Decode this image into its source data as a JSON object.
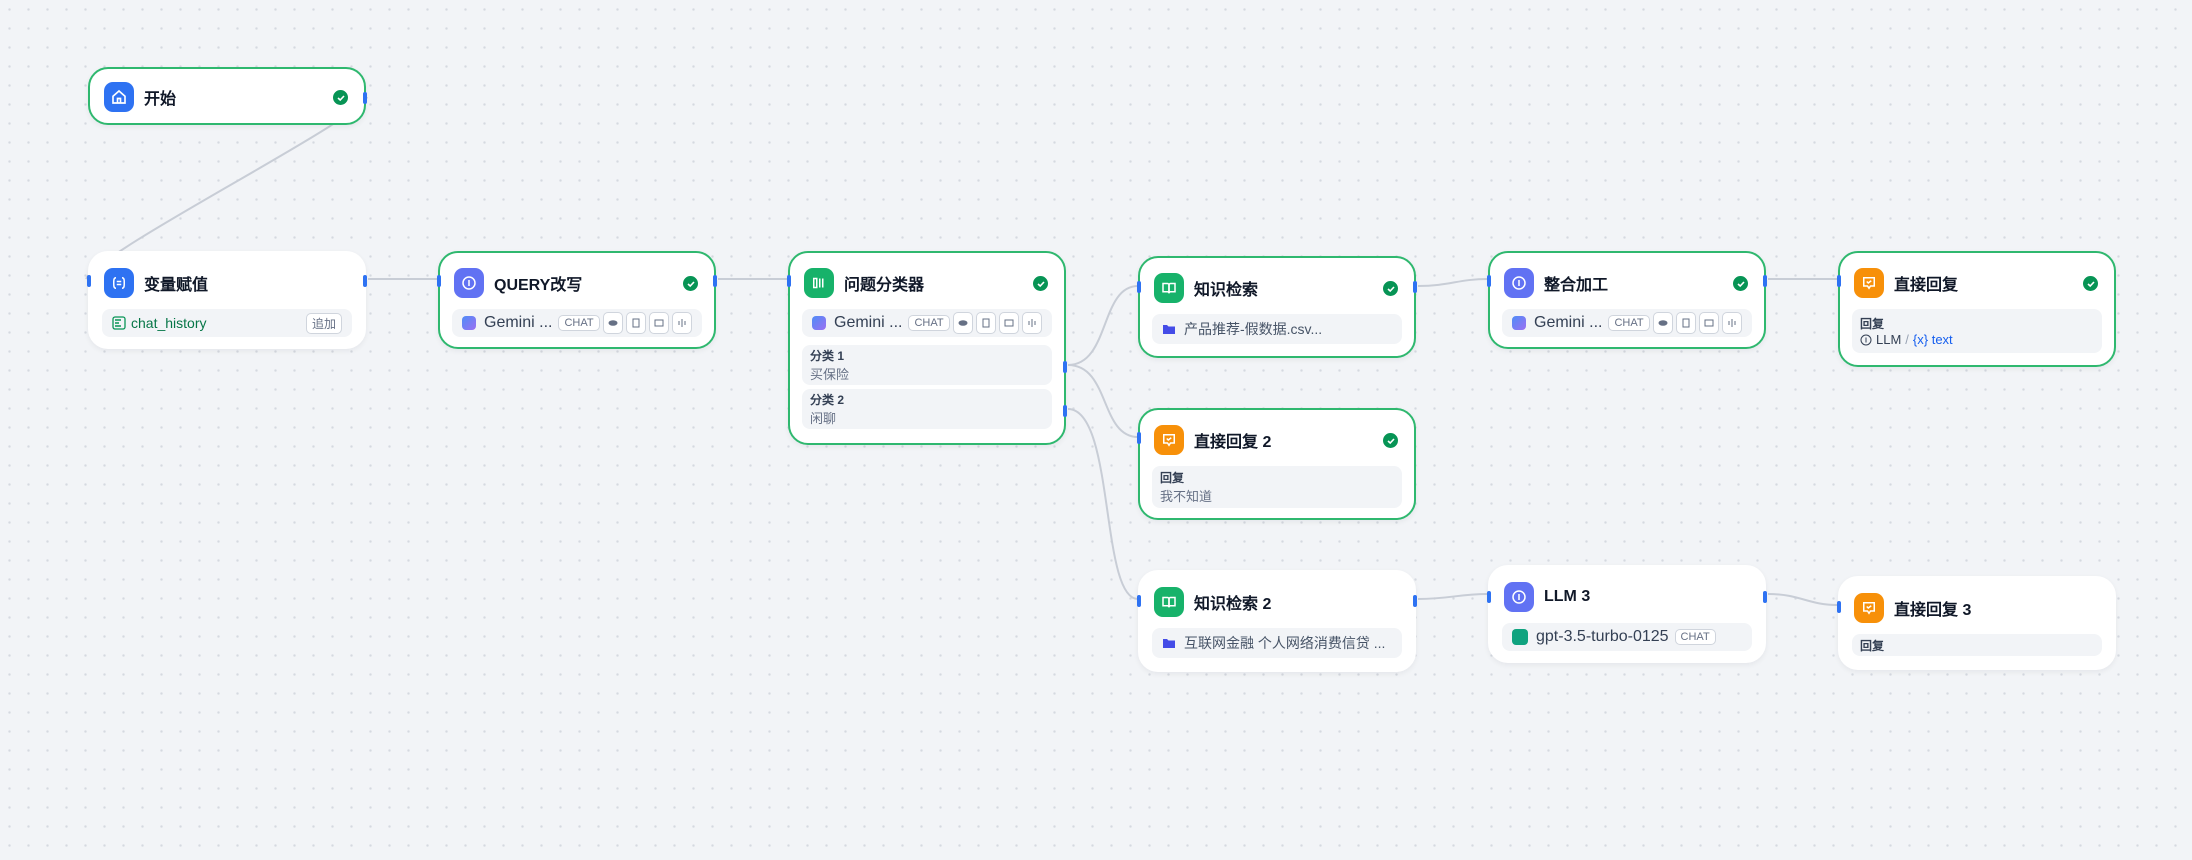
{
  "colors": {
    "accent": "#2e72f2",
    "success": "#079455",
    "knowledge": "#17b26a",
    "answer": "#f79009",
    "llm": "#6172f3"
  },
  "nodes": {
    "start": {
      "title": "开始"
    },
    "var_assign": {
      "title": "变量赋值",
      "variable": "chat_history",
      "action": "追加"
    },
    "query_rewrite": {
      "title": "QUERY改写",
      "model": "Gemini ...",
      "mode": "CHAT"
    },
    "classifier": {
      "title": "问题分类器",
      "model": "Gemini ...",
      "mode": "CHAT",
      "classes": [
        {
          "label": "分类 1",
          "value": "买保险"
        },
        {
          "label": "分类 2",
          "value": "闲聊"
        }
      ]
    },
    "knowledge1": {
      "title": "知识检索",
      "dataset": "产品推荐-假数据.csv..."
    },
    "integrate": {
      "title": "整合加工",
      "model": "Gemini ...",
      "mode": "CHAT"
    },
    "answer1": {
      "title": "直接回复",
      "label": "回复",
      "ref_node": "LLM",
      "ref_var": "{x} text"
    },
    "answer2": {
      "title": "直接回复 2",
      "label": "回复",
      "value": "我不知道"
    },
    "knowledge2": {
      "title": "知识检索 2",
      "dataset": "互联网金融 个人网络消费信贷 ..."
    },
    "llm3": {
      "title": "LLM 3",
      "model": "gpt-3.5-turbo-0125",
      "mode": "CHAT"
    },
    "answer3": {
      "title": "直接回复 3",
      "label": "回复"
    }
  }
}
